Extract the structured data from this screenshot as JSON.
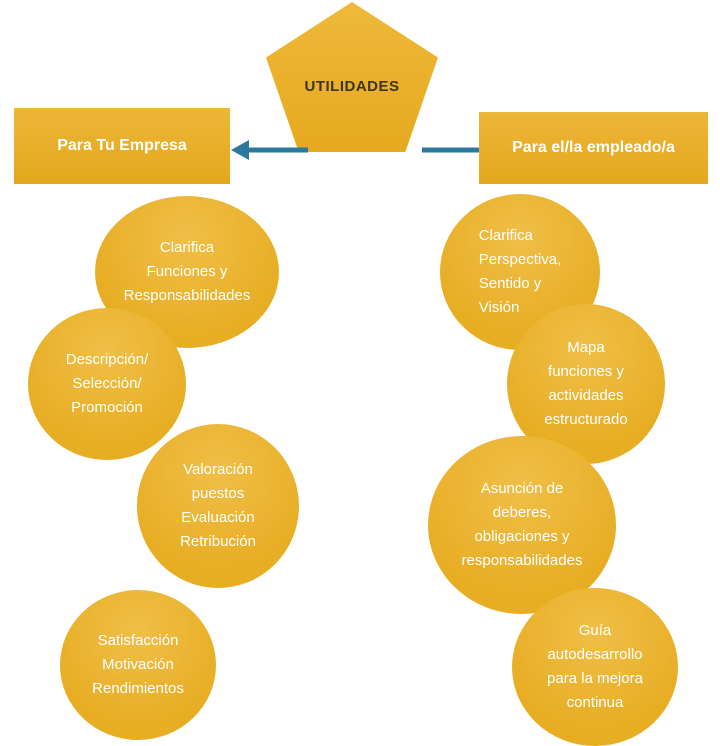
{
  "diagram": {
    "title": "UTILIDADES",
    "left_header": "Para Tu Empresa",
    "right_header": "Para el/la empleado/a",
    "left_items": [
      "Clarifica\nFunciones y\nResponsabilidades",
      "Descripción/\nSelección/\nPromoción",
      "Valoración\npuestos\nEvaluación\nRetribución",
      "Satisfacción\nMotivación\nRendimientos"
    ],
    "right_items": [
      "Clarifica\nPerspectiva,\nSentido y\nVisión",
      "Mapa\nfunciones y\nactividades\nestructurado",
      "Asunción de\ndeberes,\nobligaciones y\nresponsabilidades",
      "Guía\nautodesarrollo\npara la mejora\ncontinua"
    ],
    "colors": {
      "shape_gold": "#E7AD23",
      "shape_gold_light": "#F0BF48",
      "arrow_teal": "#2B7A9E",
      "title_text": "#3E3422",
      "shape_text": "#FFFFFF",
      "background": "#FFFFFF"
    }
  }
}
